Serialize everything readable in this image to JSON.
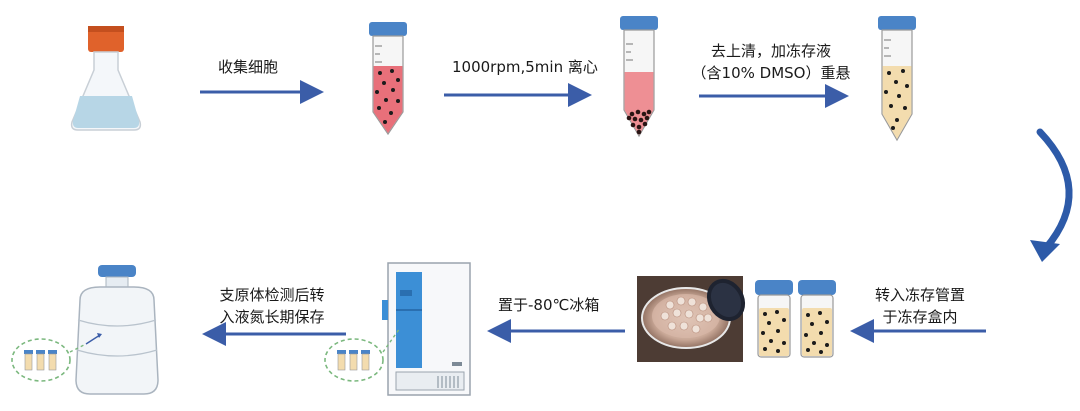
{
  "colors": {
    "arrow": "#3b5da8",
    "cap": "#4a84c7",
    "flask_cap": "#e0622b",
    "cells": "#e8707a",
    "suspension": "#f3dcae",
    "dot": "#1b1b1b",
    "freezer_panel": "#3c8fd6"
  },
  "steps": {
    "collect": "收集细胞",
    "centrifuge": "1000rpm,5min  离心",
    "resuspend_line1": "去上清，加冻存液",
    "resuspend_line2": "（含10% DMSO）重悬",
    "transfer_line1": "转入冻存管置",
    "transfer_line2": "于冻存盒内",
    "freeze": "置于-80℃冰箱",
    "store_line1": "支原体检测后转",
    "store_line2": "入液氮长期保存"
  },
  "icons": {
    "flask": "culture-flask-icon",
    "tube": "centrifuge-tube-icon",
    "box": "cryo-box-photo",
    "vial": "cryovial-icon",
    "freezer": "freezer-icon",
    "dewar": "liquid-nitrogen-tank-icon"
  }
}
